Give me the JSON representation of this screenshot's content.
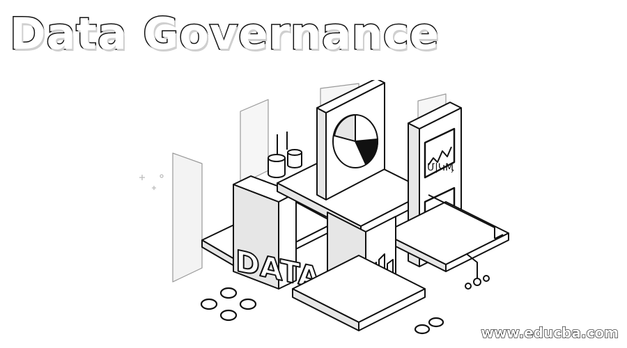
{
  "header": {
    "title": "Data Governance"
  },
  "illustration": {
    "icons": [
      "database-cylinder-icon",
      "pie-chart-icon",
      "line-chart-monitor-icon",
      "bar-chart-icon",
      "coins-icon"
    ],
    "stacked_letters": "DATA",
    "screen_glyphs": "Մ|ԿӍ",
    "colors": {
      "stroke": "#111111",
      "fill": "#ffffff",
      "shade": "#e6e6e6"
    }
  },
  "footer": {
    "watermark": "www.educba.com"
  }
}
